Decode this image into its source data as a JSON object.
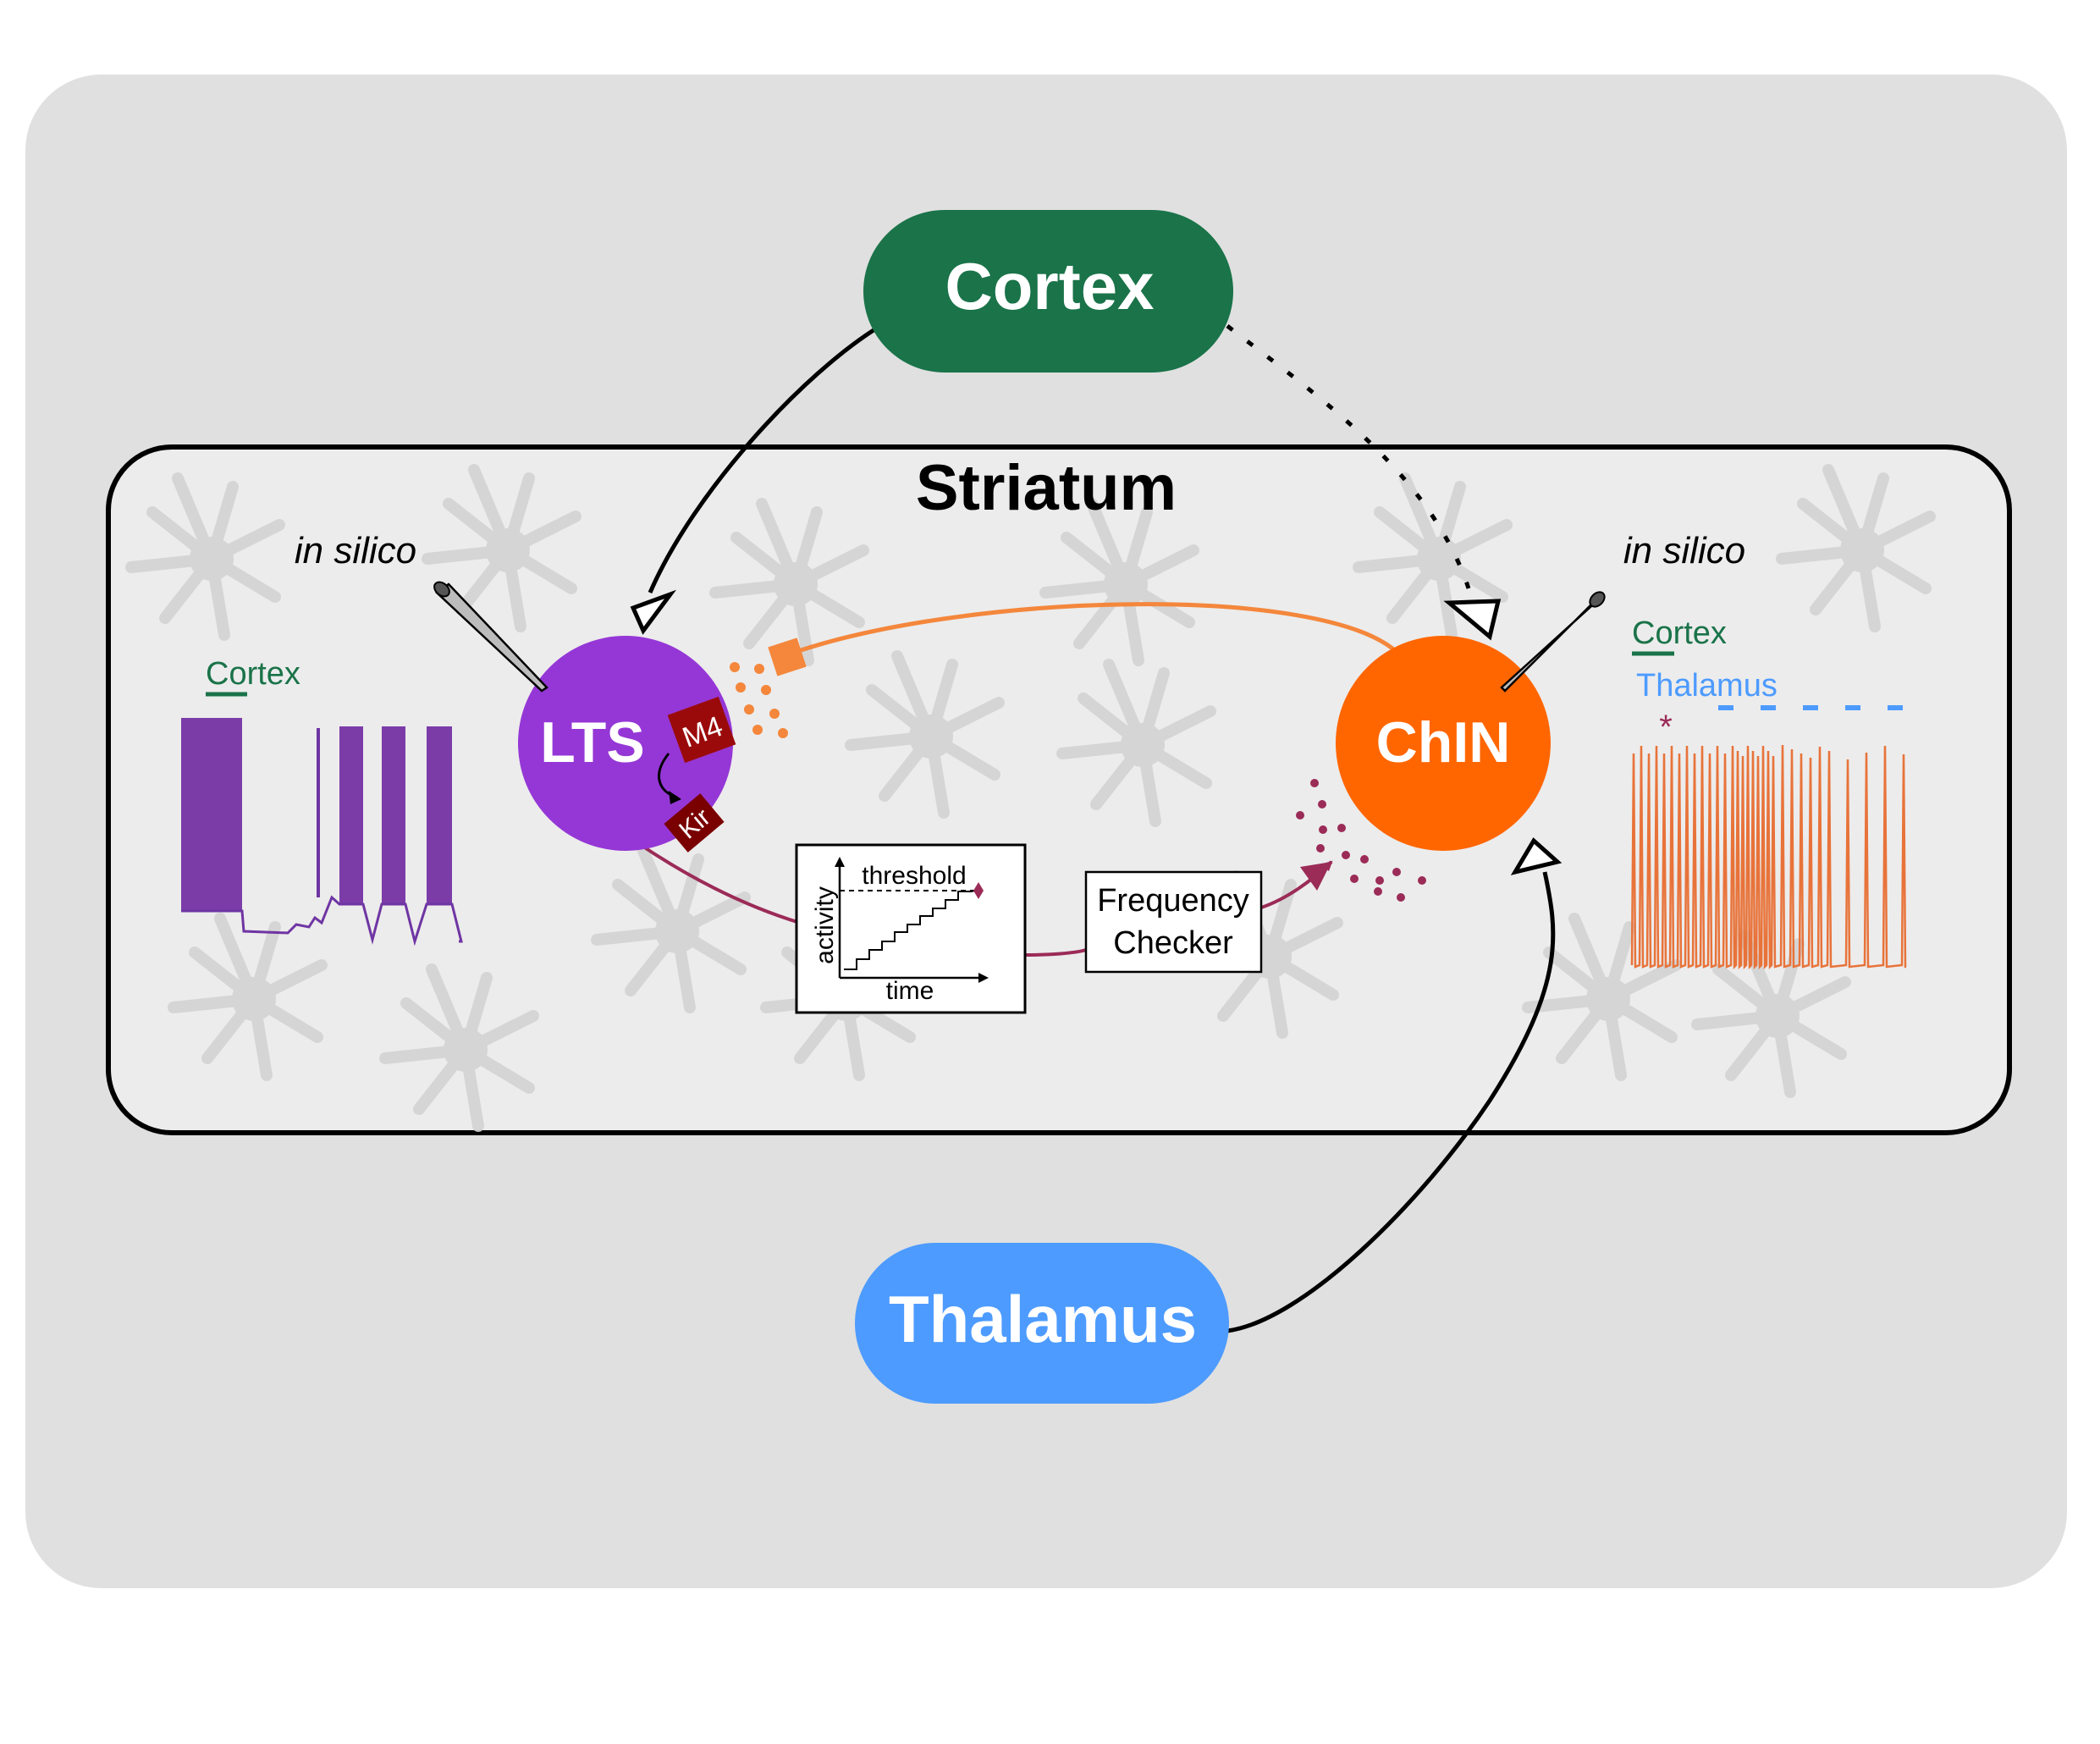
{
  "regions": {
    "cortex": "Cortex",
    "thalamus": "Thalamus",
    "striatum": "Striatum"
  },
  "neurons": {
    "lts": "LTS",
    "chin": "ChIN"
  },
  "receptors": {
    "m4": "M4",
    "kir": "Kir"
  },
  "recordings": {
    "left": {
      "label": "in silico",
      "input_label": "Cortex"
    },
    "right": {
      "label": "in silico",
      "input_cortex": "Cortex",
      "input_thalamus": "Thalamus",
      "marker": "*"
    }
  },
  "threshold_plot": {
    "threshold_label": "threshold",
    "y_label": "activity",
    "x_label": "time"
  },
  "frequency_checker": {
    "line1": "Frequency",
    "line2": "Checker"
  },
  "colors": {
    "cortex": "#1a7349",
    "thalamus": "#4d9bff",
    "lts": "#9537d6",
    "chin": "#ff6600",
    "lts_trace": "#6f35a3",
    "chin_trace": "#e8733a",
    "receptor": "#9b0a0a",
    "receptor_dark": "#7a0000",
    "acetylcholine": "#f4873c",
    "pathway": "#9b2b57",
    "background": "#e0e0e0",
    "striatum_bg": "#ececec"
  }
}
